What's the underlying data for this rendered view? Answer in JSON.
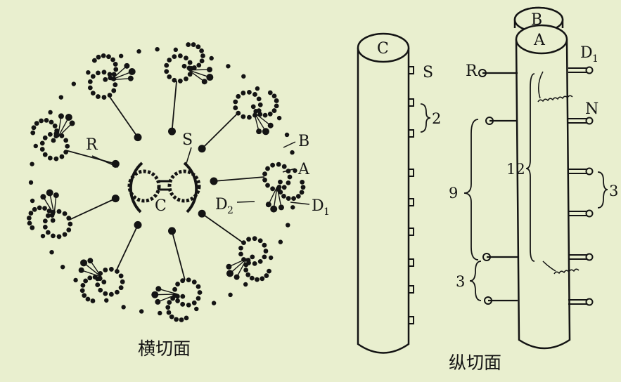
{
  "cross_section": {
    "caption": "横切面",
    "labels": {
      "R": "R",
      "S": "S",
      "B": "B",
      "A": "A",
      "C": "C",
      "D2": "D",
      "D2_sub": "2",
      "D1": "D",
      "D1_sub": "1"
    }
  },
  "longitudinal_section": {
    "caption": "纵切面",
    "central_tube": {
      "label": "C",
      "label_S": "S",
      "count": "2",
      "count_9": "9"
    },
    "doublet": {
      "label_A": "A",
      "label_B": "B",
      "label_R": "R",
      "label_D": "D",
      "label_D_sub": "1",
      "label_N": "N",
      "count_12": "12",
      "count_3_right": "3",
      "count_3_left": "3"
    }
  },
  "colors": {
    "background": "#e9efcf",
    "ink": "#141414"
  }
}
